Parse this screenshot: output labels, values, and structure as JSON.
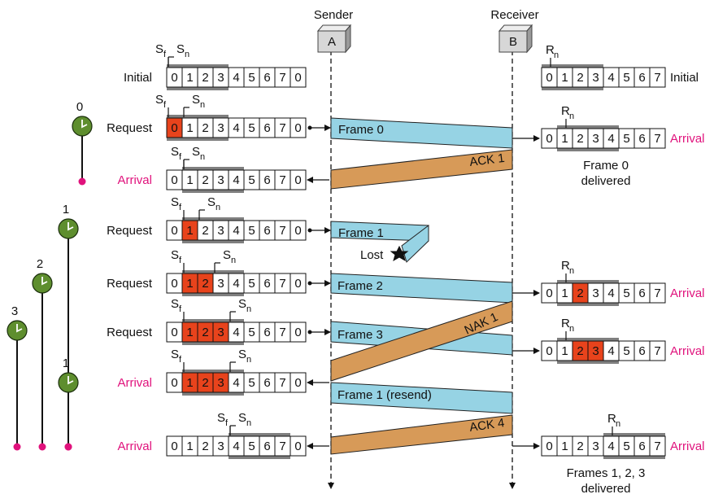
{
  "colors": {
    "sent_frame": "#e8431c",
    "window": "#7f7f7f",
    "frame_arrow": "#96d3e4",
    "ack_arrow": "#d79a58",
    "timer": "#5e8e2e",
    "event_label": "#e0127c",
    "text": "#111111"
  },
  "icons": [
    "timer-icon",
    "lost-star-icon",
    "station-box-icon"
  ],
  "stations": {
    "sender": "Sender",
    "receiver": "Receiver",
    "sender_box": "A",
    "receiver_box": "B"
  },
  "variables": {
    "sf": "S",
    "sf_sub": "f",
    "sn": "S",
    "sn_sub": "n",
    "rn": "R",
    "rn_sub": "n"
  },
  "sender_rows": [
    {
      "label": "Initial",
      "cells": [
        "0",
        "1",
        "2",
        "3",
        "4",
        "5",
        "6",
        "7",
        "0"
      ],
      "sent": [],
      "window_start": 0,
      "sf": 0,
      "sn": 0
    },
    {
      "label": "Request",
      "cells": [
        "0",
        "1",
        "2",
        "3",
        "4",
        "5",
        "6",
        "7",
        "0"
      ],
      "sent": [
        0
      ],
      "window_start": 0,
      "sf": 0,
      "sn": 1
    },
    {
      "label": "Arrival",
      "cells": [
        "0",
        "1",
        "2",
        "3",
        "4",
        "5",
        "6",
        "7",
        "0"
      ],
      "sent": [],
      "window_start": 1,
      "sf": 1,
      "sn": 1
    },
    {
      "label": "Request",
      "cells": [
        "0",
        "1",
        "2",
        "3",
        "4",
        "5",
        "6",
        "7",
        "0"
      ],
      "sent": [
        1
      ],
      "window_start": 1,
      "sf": 1,
      "sn": 2
    },
    {
      "label": "Request",
      "cells": [
        "0",
        "1",
        "2",
        "3",
        "4",
        "5",
        "6",
        "7",
        "0"
      ],
      "sent": [
        1,
        2
      ],
      "window_start": 1,
      "sf": 1,
      "sn": 3
    },
    {
      "label": "Request",
      "cells": [
        "0",
        "1",
        "2",
        "3",
        "4",
        "5",
        "6",
        "7",
        "0"
      ],
      "sent": [
        1,
        2,
        3
      ],
      "window_start": 1,
      "sf": 1,
      "sn": 4
    },
    {
      "label": "Arrival",
      "cells": [
        "0",
        "1",
        "2",
        "3",
        "4",
        "5",
        "6",
        "7",
        "0"
      ],
      "sent": [
        1,
        2,
        3
      ],
      "window_start": 1,
      "sf": 1,
      "sn": 4
    },
    {
      "label": "Arrival",
      "cells": [
        "0",
        "1",
        "2",
        "3",
        "4",
        "5",
        "6",
        "7",
        "0"
      ],
      "sent": [],
      "window_start": 4,
      "sf": 4,
      "sn": 4
    }
  ],
  "receiver_rows": [
    {
      "label": "Initial",
      "cells": [
        "0",
        "1",
        "2",
        "3",
        "4",
        "5",
        "6",
        "7"
      ],
      "marked": [],
      "window_start": 0,
      "rn": 0,
      "note": []
    },
    {
      "label": "Arrival",
      "cells": [
        "0",
        "1",
        "2",
        "3",
        "4",
        "5",
        "6",
        "7"
      ],
      "marked": [],
      "window_start": 1,
      "rn": 1,
      "note": [
        "Frame 0",
        "delivered"
      ]
    },
    {
      "label": "Arrival",
      "cells": [
        "0",
        "1",
        "2",
        "3",
        "4",
        "5",
        "6",
        "7"
      ],
      "marked": [
        2
      ],
      "window_start": 1,
      "rn": 1,
      "note": []
    },
    {
      "label": "Arrival",
      "cells": [
        "0",
        "1",
        "2",
        "3",
        "4",
        "5",
        "6",
        "7"
      ],
      "marked": [
        2,
        3
      ],
      "window_start": 1,
      "rn": 1,
      "note": []
    },
    {
      "label": "Arrival",
      "cells": [
        "0",
        "1",
        "2",
        "3",
        "4",
        "5",
        "6",
        "7"
      ],
      "marked": [],
      "window_start": 4,
      "rn": 4,
      "note": [
        "Frames 1, 2, 3",
        "delivered"
      ]
    }
  ],
  "messages": [
    {
      "label": "Frame 0",
      "kind": "frame"
    },
    {
      "label": "ACK 1",
      "kind": "ack"
    },
    {
      "label": "Frame 1",
      "kind": "frame",
      "lost": true
    },
    {
      "label": "Frame 2",
      "kind": "frame"
    },
    {
      "label": "NAK 1",
      "kind": "ack"
    },
    {
      "label": "Frame 3",
      "kind": "frame"
    },
    {
      "label": "Frame 1 (resend)",
      "kind": "frame"
    },
    {
      "label": "ACK 4",
      "kind": "ack"
    }
  ],
  "lost_label": "Lost",
  "timers": [
    {
      "label": "0"
    },
    {
      "label": "1"
    },
    {
      "label": "2"
    },
    {
      "label": "3"
    },
    {
      "label": "1"
    }
  ]
}
